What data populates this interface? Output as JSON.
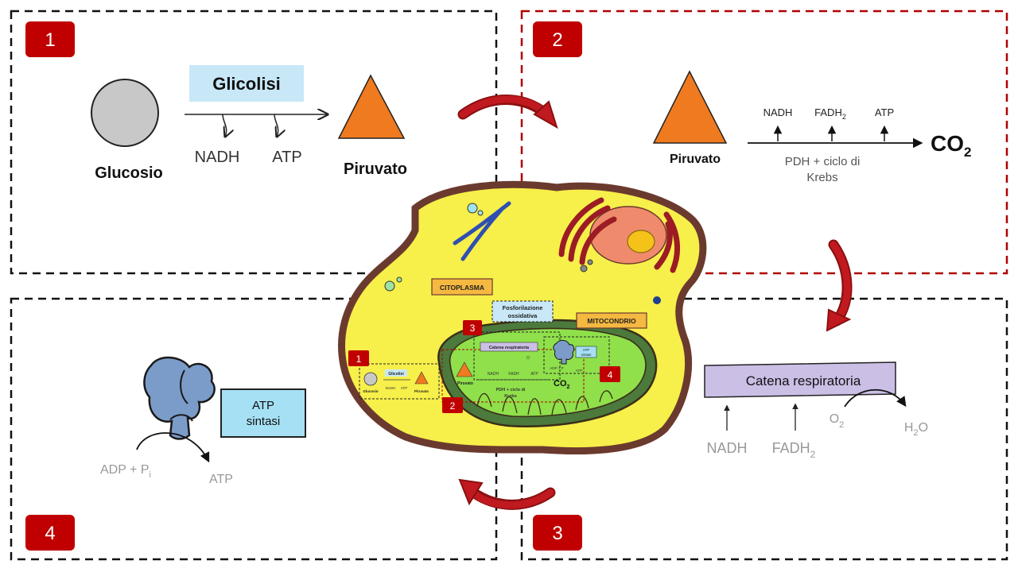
{
  "colors": {
    "badge_red": "#c00000",
    "panel2_border": "#b00000",
    "arrow_red": "#c0191f",
    "cell_yellow": "#f7ef4a",
    "cell_membrane": "#6b3a2e",
    "mito_green": "#8fe04a",
    "label_orange": "#f5b841",
    "glycolysis_blue": "#c8e8f8",
    "atp_synthase_blue": "#7b9cc9",
    "chain_purple": "#cbbfe6",
    "pyruvate_orange": "#f07a1f",
    "glucose_grey": "#c8c8c8"
  },
  "badges": {
    "panel1": "1",
    "panel2": "2",
    "panel3": "3",
    "panel4": "4"
  },
  "panel1": {
    "title": "Glicolisi",
    "glucose": "Glucosio",
    "nadh": "NADH",
    "atp": "ATP",
    "pyruvate": "Piruvato"
  },
  "panel2": {
    "pyruvate": "Piruvato",
    "nadh": "NADH",
    "fadh": "FADH",
    "fadh_sub": "2",
    "atp": "ATP",
    "process_line1": "PDH + ciclo di",
    "process_line2": "Krebs",
    "co": "CO",
    "co_sub": "2"
  },
  "panel3": {
    "chain": "Catena respiratoria",
    "nadh": "NADH",
    "fadh": "FADH",
    "fadh_sub": "2",
    "o": "O",
    "o_sub": "2",
    "h": "H",
    "h_sub": "2",
    "h_o": "O"
  },
  "panel4": {
    "atp_synthase_line1": "ATP",
    "atp_synthase_line2": "sintasi",
    "adp": "ADP + P",
    "adp_sub": "i",
    "atp": "ATP"
  },
  "cell": {
    "cytoplasm": "CITOPLASMA",
    "mitochondrion": "MITOCONDRIO",
    "oxphos_line1": "Fosforilazione",
    "oxphos_line2": "ossidativa",
    "chain": "Catena respiratoria",
    "glycolysis": "Glicolisi",
    "glucose": "Glucosio",
    "pyruvate": "Piruvato",
    "nadh": "NADH",
    "atp": "ATP",
    "fadh": "FADH",
    "o2": "O",
    "process_line1": "PDH + ciclo di",
    "process_line2": "Krebs",
    "co": "CO",
    "co_sub": "2",
    "atp_synthase_line1": "ATP",
    "atp_synthase_line2": "sintasi",
    "adp": "ADP + P"
  }
}
